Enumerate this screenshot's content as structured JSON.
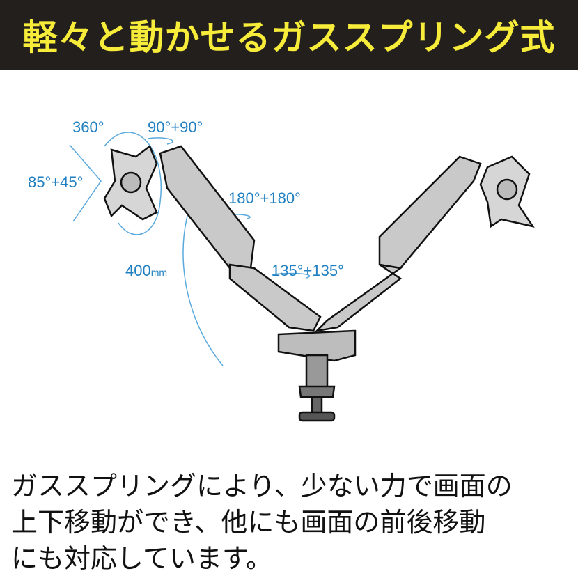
{
  "header": {
    "title": "軽々と動かせるガススプリング式"
  },
  "figure": {
    "labels": {
      "rotation": "360°",
      "swivel_monitor": "90°+90°",
      "tilt": "85°+45°",
      "swivel_arm": "180°+180°",
      "height_value": "400",
      "height_unit": "mm",
      "swivel_base": "135°+135°"
    },
    "accent_color": "#1f7fc1"
  },
  "description": {
    "lines": [
      "ガススプリングにより、少ない力で画面の",
      "上下移動ができ、他にも画面の前後移動",
      "にも対応しています。"
    ]
  }
}
